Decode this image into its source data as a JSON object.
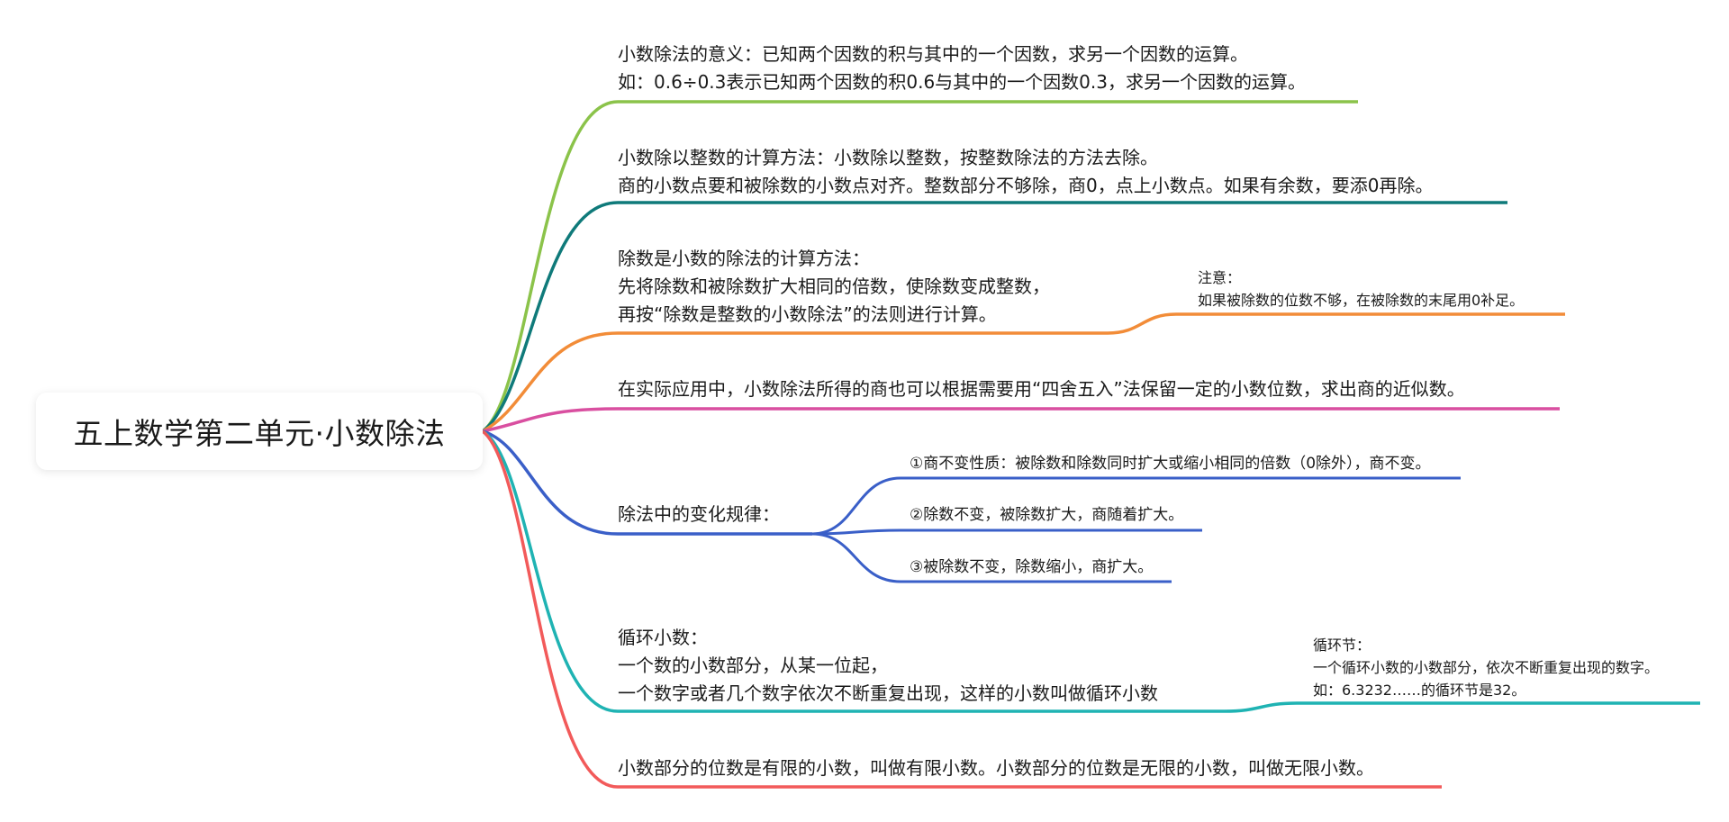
{
  "root": {
    "title": "五上数学第二单元·小数除法"
  },
  "branches": {
    "meaning": {
      "lines": [
        "小数除法的意义：已知两个因数的积与其中的一个因数，求另一个因数的运算。",
        "如：0.6÷0.3表示已知两个因数的积0.6与其中的一个因数0.3，求另一个因数的运算。"
      ]
    },
    "div_by_integer": {
      "lines": [
        "小数除以整数的计算方法：小数除以整数，按整数除法的方法去除。",
        "商的小数点要和被除数的小数点对齐。整数部分不够除，商0，点上小数点。如果有余数，要添0再除。"
      ]
    },
    "div_by_decimal": {
      "lines": [
        "除数是小数的除法的计算方法：",
        "先将除数和被除数扩大相同的倍数，使除数变成整数，",
        "再按“除数是整数的小数除法”的法则进行计算。"
      ],
      "note": {
        "lines": [
          "注意：",
          "如果被除数的位数不够，在被除数的末尾用0补足。"
        ]
      }
    },
    "approximation": {
      "lines": [
        "在实际应用中，小数除法所得的商也可以根据需要用“四舍五入”法保留一定的小数位数，求出商的近似数。"
      ]
    },
    "rules": {
      "label": "除法中的变化规律：",
      "children": [
        "①商不变性质：被除数和除数同时扩大或缩小相同的倍数（0除外），商不变。",
        "②除数不变，被除数扩大，商随着扩大。",
        "③被除数不变，除数缩小，商扩大。"
      ]
    },
    "repeating": {
      "lines": [
        "循环小数：",
        "一个数的小数部分，从某一位起，",
        "一个数字或者几个数字依次不断重复出现，这样的小数叫做循环小数"
      ],
      "note": {
        "lines": [
          "循环节：",
          "一个循环小数的小数部分，依次不断重复出现的数字。",
          "如：6.3232……的循环节是32。"
        ]
      }
    },
    "finite_infinite": {
      "lines": [
        "小数部分的位数是有限的小数，叫做有限小数。小数部分的位数是无限的小数，叫做无限小数。"
      ]
    }
  },
  "colors": {
    "meaning": "#8bc34a",
    "div_by_integer": "#0f7a7a",
    "div_by_decimal": "#f28c38",
    "approximation": "#d94fa0",
    "rules": "#3a5fc8",
    "repeating": "#1fb3b3",
    "finite_infinite": "#f25a5a"
  }
}
